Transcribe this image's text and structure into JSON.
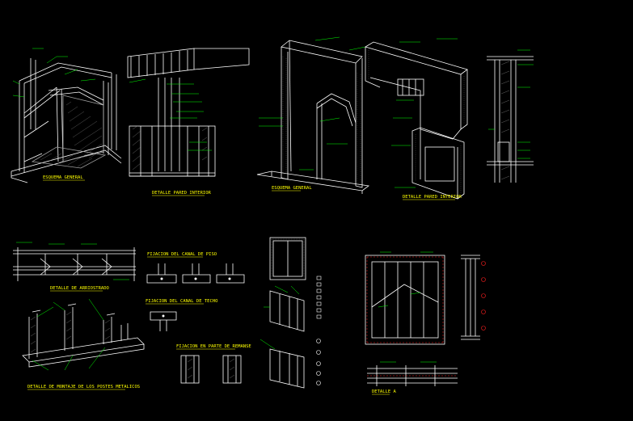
{
  "colors": {
    "background": "#000000",
    "linework": "#ffffff",
    "annotation": "#ffff00",
    "leader": "#00ff00",
    "hatch": "#a0a0a0",
    "cut": "#ff2020"
  },
  "titles": {
    "t1": "ESQUEMA GENERAL",
    "t2": "DETALLE PARED INTERIOR",
    "t3": "ESQUEMA GENERAL",
    "t4": "DETALLE PARED INTERIOR",
    "t5": "DETALLE DE ARRIOSTRADO",
    "t6": "FIJACION DEL CANAL DE PISO",
    "t7": "FIJACION DEL CANAL DE TECHO",
    "t8": "FIJACION EN PARTE DE REMANSE",
    "t9": "DETALLE DE MONTAJE DE LOS POSTES METALICOS",
    "t10": "DETALLE A"
  }
}
